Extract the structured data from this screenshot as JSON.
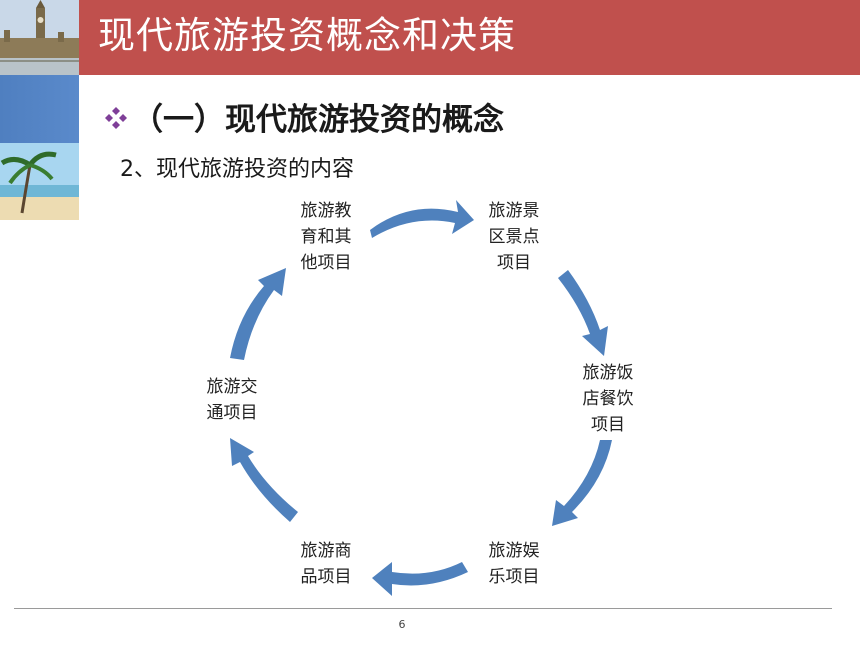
{
  "slide": {
    "title": "现代旅游投资概念和决策",
    "heading": "（一）现代旅游投资的概念",
    "subheading": "2、现代旅游投资的内容",
    "page_number": "6"
  },
  "cycle": {
    "nodes": [
      {
        "id": "education",
        "line1": "旅游教",
        "line2": "育和其",
        "line3": "他项目"
      },
      {
        "id": "scenic",
        "line1": "旅游景",
        "line2": "区景点",
        "line3": "项目"
      },
      {
        "id": "hotel",
        "line1": "旅游饭",
        "line2": "店餐饮",
        "line3": "项目"
      },
      {
        "id": "entertainment",
        "line1": "旅游娱",
        "line2": "乐项目",
        "line3": ""
      },
      {
        "id": "goods",
        "line1": "旅游商",
        "line2": "品项目",
        "line3": ""
      },
      {
        "id": "transport",
        "line1": "旅游交",
        "line2": "通项目",
        "line3": ""
      }
    ],
    "arrow_color": "#4f81bd"
  },
  "colors": {
    "title_bar": "#c0504d",
    "bullet": "#7f3f98"
  }
}
